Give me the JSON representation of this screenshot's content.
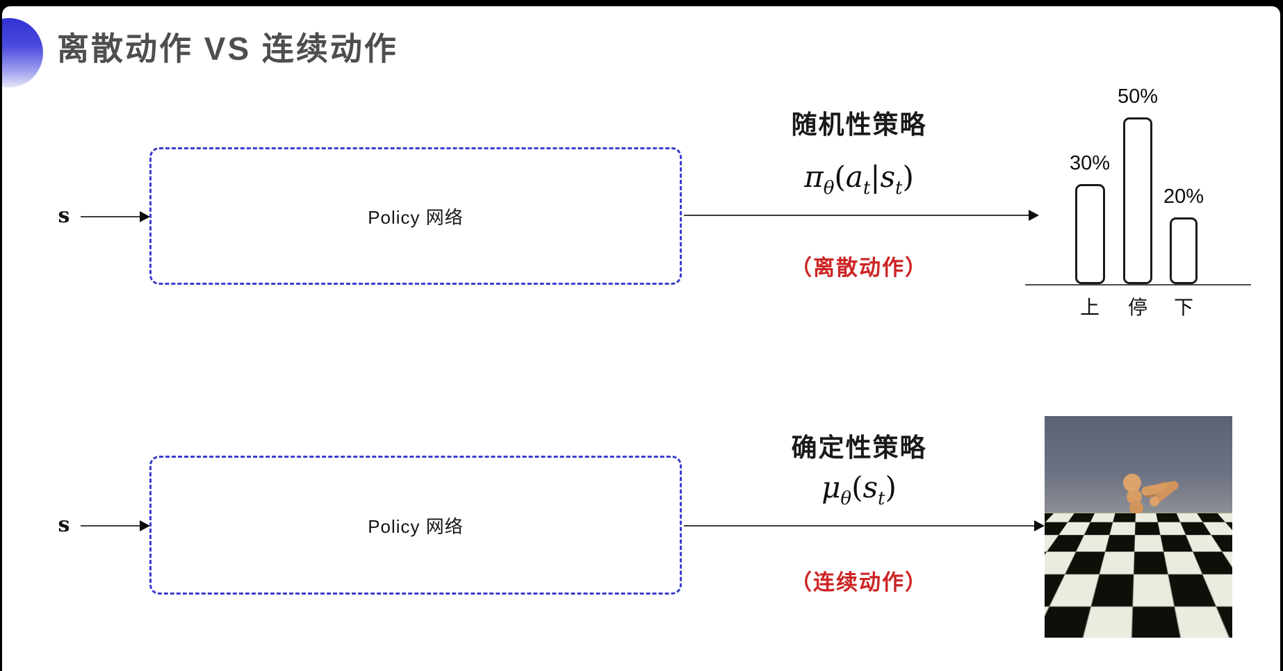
{
  "page": {
    "title": "离散动作 VS 连续动作"
  },
  "rows": [
    {
      "input_label": "s",
      "box_label": "Policy 网络",
      "policy_type": "随机性策略",
      "formula": [
        {
          "t": "π"
        },
        {
          "t": "θ",
          "sub": true
        },
        {
          "t": "(",
          "up": true
        },
        {
          "t": "a"
        },
        {
          "t": "t",
          "sub": true
        },
        {
          "t": "|",
          "up": true
        },
        {
          "t": "s"
        },
        {
          "t": "t",
          "sub": true
        },
        {
          "t": ")",
          "up": true
        }
      ],
      "action_note": "（离散动作）"
    },
    {
      "input_label": "s",
      "box_label": "Policy 网络",
      "policy_type": "确定性策略",
      "formula": [
        {
          "t": "μ"
        },
        {
          "t": "θ",
          "sub": true
        },
        {
          "t": "(",
          "up": true
        },
        {
          "t": "s"
        },
        {
          "t": "t",
          "sub": true
        },
        {
          "t": ")",
          "up": true
        }
      ],
      "action_note": "（连续动作）"
    }
  ],
  "chart_data": {
    "type": "bar",
    "title": "",
    "xlabel": "",
    "ylabel": "",
    "categories": [
      "上",
      "停",
      "下"
    ],
    "values": [
      30,
      50,
      20
    ],
    "value_labels": [
      "30%",
      "50%",
      "20%"
    ],
    "ylim": [
      0,
      60
    ],
    "grid": false,
    "legend": false
  },
  "colors": {
    "accent_blue": "#3c3ccd",
    "note_red": "#cd2424",
    "title_gray": "#4e4e4e"
  }
}
